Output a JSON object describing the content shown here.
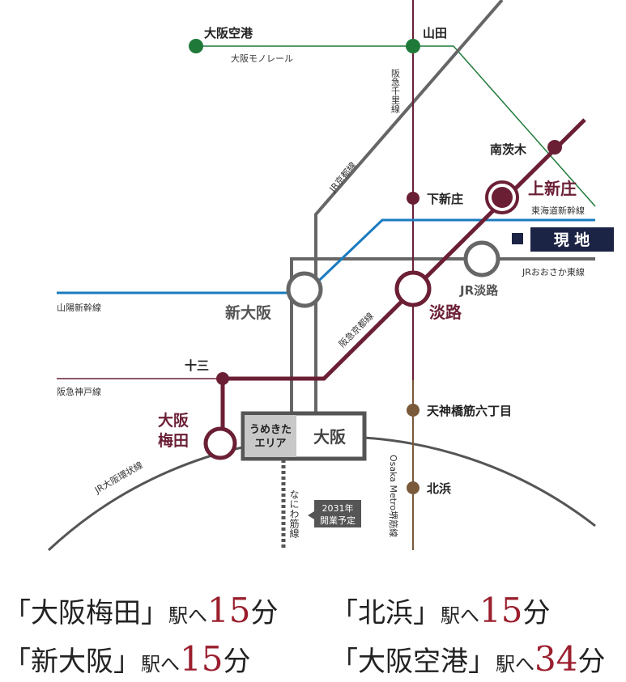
{
  "colors": {
    "monorail": "#1f7a3a",
    "hankyu": "#6b1f35",
    "jr": "#666666",
    "shinkansen": "#1a7bbf",
    "metro": "#7a5a3a",
    "site": "#1c2445",
    "time": "#9b1f2e"
  },
  "stations": {
    "osaka_airport": "大阪空港",
    "yamada": "山田",
    "minami_ibaraki": "南茨木",
    "kamishinjo": "上新庄",
    "shimoshinjo": "下新庄",
    "site": "現 地",
    "jr_awaji": "JR淡路",
    "awaji": "淡路",
    "shin_osaka": "新大阪",
    "juso": "十三",
    "osaka_umeda": "大阪\n梅田",
    "umekita": "うめきた\nエリア",
    "osaka": "大阪",
    "tenjinbashi": "天神橋筋六丁目",
    "kitahama": "北浜"
  },
  "lines": {
    "monorail": "大阪モノレール",
    "senri": "阪急千里線",
    "jr_kyoto": "JR京都線",
    "tokaido": "東海道新幹線",
    "osaka_higashi": "JRおおさか東線",
    "sanyo": "山陽新幹線",
    "hankyu_kyoto": "阪急京都線",
    "hankyu_kobe": "阪急神戸線",
    "loop": "JR大阪環状線",
    "naniwa": "なにわ筋線",
    "sakaisuji": "Osaka Metro堺筋線"
  },
  "naniwa_note": "2031年\n開業予定",
  "access": [
    {
      "station": "「大阪梅田」",
      "suffix": "駅へ",
      "minutes": "15",
      "unit": "分"
    },
    {
      "station": "「北浜」",
      "suffix": "駅へ",
      "minutes": "15",
      "unit": "分"
    },
    {
      "station": "「新大阪」",
      "suffix": "駅へ",
      "minutes": "15",
      "unit": "分"
    },
    {
      "station": "「大阪空港」",
      "suffix": "駅へ",
      "minutes": "34",
      "unit": "分"
    }
  ]
}
